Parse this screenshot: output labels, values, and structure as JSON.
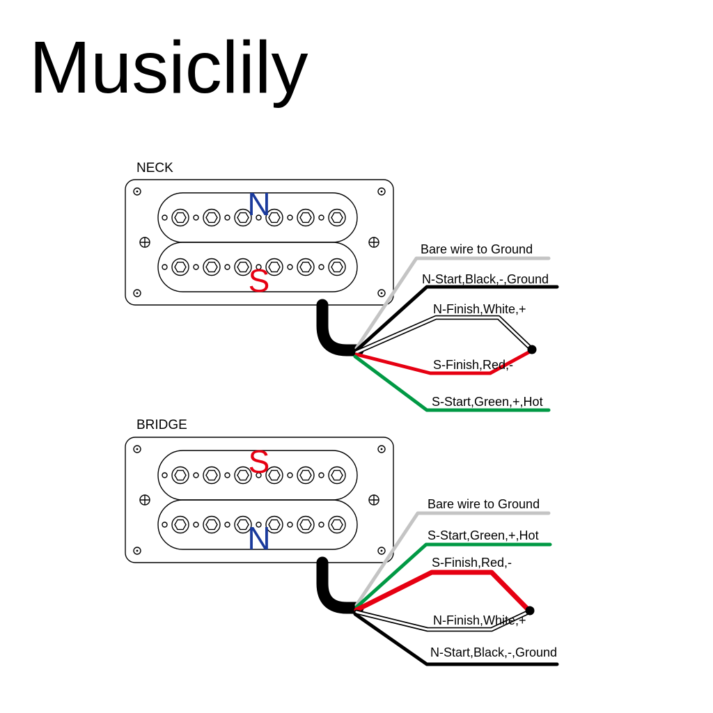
{
  "title": "Musiclily",
  "pickups": [
    {
      "name": "NECK",
      "top_letter": "N",
      "bottom_letter": "S",
      "wires": [
        {
          "wire": "bare",
          "label": "Bare wire to Ground"
        },
        {
          "wire": "black",
          "label": "N-Start,Black,-,Ground"
        },
        {
          "wire": "white",
          "label": "N-Finish,White,+"
        },
        {
          "wire": "red",
          "label": "S-Finish,Red,-"
        },
        {
          "wire": "green",
          "label": "S-Start,Green,+,Hot"
        }
      ]
    },
    {
      "name": "BRIDGE",
      "top_letter": "S",
      "bottom_letter": "N",
      "wires": [
        {
          "wire": "bare",
          "label": "Bare wire to Ground"
        },
        {
          "wire": "green",
          "label": "S-Start,Green,+,Hot"
        },
        {
          "wire": "red",
          "label": "S-Finish,Red,-"
        },
        {
          "wire": "white",
          "label": "N-Finish,White,+"
        },
        {
          "wire": "black",
          "label": "N-Start,Black,-,Ground"
        }
      ]
    }
  ],
  "colors": {
    "north_blue": "#1a3a9c",
    "south_red": "#e60012",
    "wire_red": "#e60012",
    "wire_green": "#009944",
    "wire_bare_gray": "#c4c4c4",
    "wire_black": "#000000",
    "wire_white": "#ffffff",
    "solder_joint": "#000000"
  }
}
